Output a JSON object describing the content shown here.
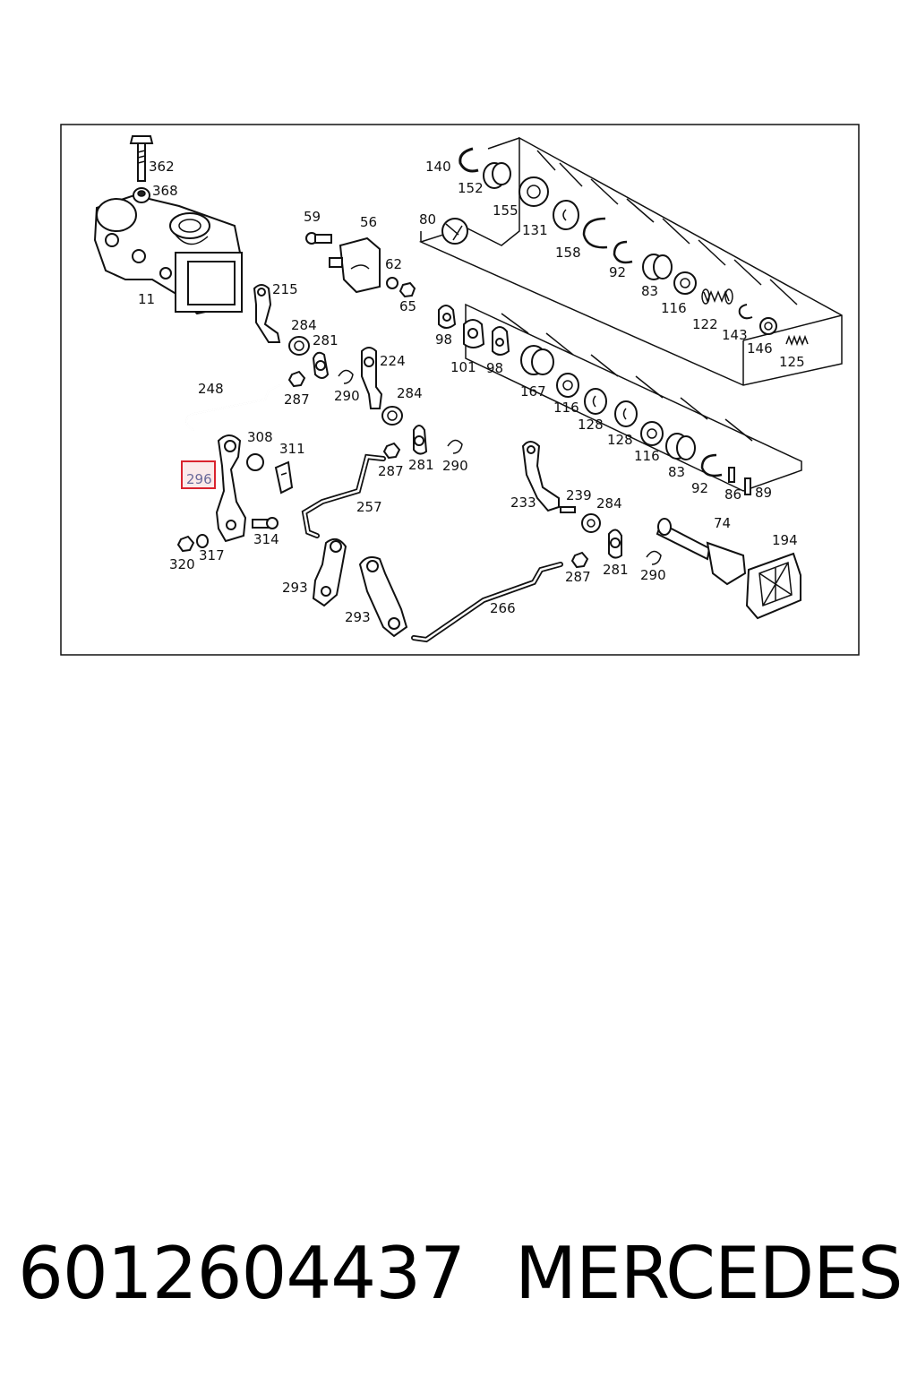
{
  "diagram": {
    "labels": [
      "362",
      "368",
      "11",
      "59",
      "56",
      "62",
      "65",
      "215",
      "284",
      "281",
      "287",
      "290",
      "224",
      "248",
      "308",
      "311",
      "296",
      "314",
      "320",
      "317",
      "257",
      "293",
      "293",
      "140",
      "152",
      "155",
      "131",
      "158",
      "92",
      "83",
      "116",
      "122",
      "143",
      "146",
      "125",
      "80",
      "98",
      "101",
      "98",
      "167",
      "116",
      "128",
      "128",
      "116",
      "83",
      "92",
      "86",
      "89",
      "233",
      "239",
      "284",
      "287",
      "281",
      "290",
      "74",
      "194",
      "266",
      "284",
      "287",
      "281",
      "290"
    ],
    "highlighted_part": "296",
    "highlight_color": "#d9232e"
  },
  "caption": {
    "part_number": "6012604437",
    "brand": "MERCEDES"
  }
}
